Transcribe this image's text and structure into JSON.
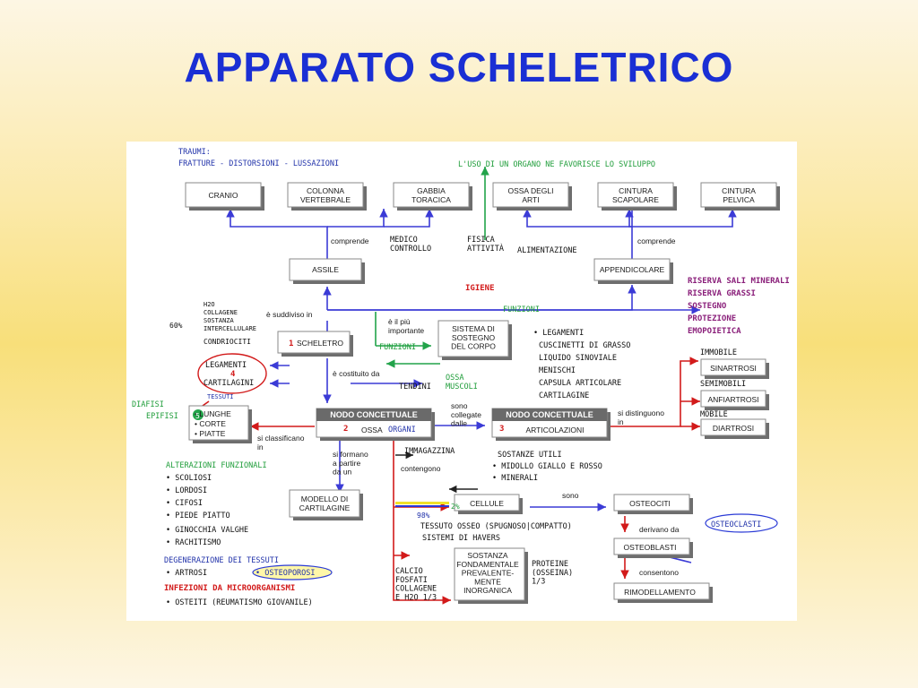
{
  "slide": {
    "title": "APPARATO SCHELETRICO"
  },
  "colors": {
    "title": "#1a2fd4",
    "blue_arrow": "#3b3bd6",
    "green_arrow": "#22a34a",
    "red_arrow": "#d21a1a",
    "note_red": "#d21a1a",
    "note_green": "#1f9d3a",
    "note_blue": "#2233aa"
  },
  "diagram": {
    "top_boxes": [
      "CRANIO",
      "COLONNA\nVERTEBRALE",
      "GABBIA\nTORACICA",
      "OSSA DEGLI\nARTI",
      "CINTURA\nSCAPOLARE",
      "CINTURA\nPELVICA"
    ],
    "assile": "ASSILE",
    "appendicolare": "APPENDICOLARE",
    "comprende_left": "comprende",
    "comprende_right": "comprende",
    "scheletro": "SCHELETRO",
    "scheletro_num": "1",
    "sistema": "SISTEMA DI\nSOSTEGNO\nDEL CORPO",
    "suddiviso": "è suddiviso in",
    "piu_importante": "è il più\nimportante",
    "costituito": "è costituito da",
    "nodo1_label": "NODO CONCETTUALE",
    "nodo1_num": "2",
    "nodo1_text": "OSSA",
    "nodo1_hw": "ORGANI",
    "nodo2_label": "NODO CONCETTUALE",
    "nodo2_num": "3",
    "nodo2_text": "ARTICOLAZIONI",
    "sono_collegate": "sono\ncollegate\ndalle",
    "si_distinguono": "si distinguono\nin",
    "sinartrosi": "SINARTROSI",
    "anfiartrosi": "ANFIARTROSI",
    "diartrosi": "DIARTROSI",
    "forme": [
      "• LUNGHE",
      "• CORTE",
      "• PIATTE"
    ],
    "si_classificano": "si classificano\nin",
    "si_formano": "si formano\na partire\nda un",
    "modello": "MODELLO DI\nCARTILAGINE",
    "contengono": "contengono",
    "cellule": "CELLULE",
    "sono": "sono",
    "osteociti": "OSTEOCITI",
    "derivano": "derivano da",
    "osteoblasti": "OSTEOBLASTI",
    "consentono": "consentono",
    "rimodellamento": "RIMODELLAMENTO",
    "sostanza": "SOSTANZA\nFONDAMENTALE\nPREVALENTE-\nMENTE\nINORGANICA"
  },
  "notes": {
    "traumi": "TRAUMI:",
    "fratture": "FRATTURE - DISTORSIONI - LUSSAZIONI",
    "uso_organo": "L'USO DI UN ORGANO NE FAVORISCE LO SVILUPPO",
    "medico": "MEDICO\nCONTROLLO",
    "fisica": "FISICA\nATTIVITÀ",
    "alimentazione": "ALIMENTAZIONE",
    "igiene": "IGIENE",
    "funzioni": "FUNZIONI",
    "funzioni_small": "FUNZIONI",
    "funzioni_list": [
      "RISERVA SALI MINERALI",
      "RISERVA GRASSI",
      "SOSTEGNO",
      "PROTEZIONE",
      "EMOPOIETICA"
    ],
    "componenti": [
      "H2O",
      "COLLAGENE",
      "SOSTANZA",
      "INTERCELLULARE",
      "CONDRIOCITI"
    ],
    "pct60": "60%",
    "legamenti": "LEGAMENTI",
    "num4": "4",
    "cartilagini": "CARTILAGINI",
    "tessuti": "TESSUTI",
    "tendini": "TENDINI",
    "ossa_muscoli": "OSSA\nMUSCOLI",
    "art_list": [
      "• LEGAMENTI",
      "CUSCINETTI DI GRASSO",
      "LIQUIDO SINOVIALE",
      "MENISCHI",
      "CAPSULA ARTICOLARE",
      "CARTILAGINE"
    ],
    "immobile": "IMMOBILE",
    "semimobili": "SEMIMOBILI",
    "mobile": "MOBILE",
    "diafisi": "DIAFISI",
    "epifisi": "EPIFISI",
    "num5": "5",
    "immagazzina": "IMMAGAZZINA",
    "imm_list": [
      "SOSTANZE UTILI",
      "• MIDOLLO GIALLO E ROSSO",
      "• MINERALI"
    ],
    "pct2": "2%",
    "pct98": "98%",
    "tessuto": "TESSUTO OSSEO (SPUGNOSO|COMPATTO)",
    "sistemi": "SISTEMI DI HAVERS",
    "osteoclasti": "OSTEOCLASTI",
    "calcio": "CALCIO\nFOSFATI\nCOLLAGENE\nE H2O  1/3",
    "proteine": "PROTEINE\n(OSSEINA)\n1/3",
    "alterazioni": "ALTERAZIONI FUNZIONALI",
    "alt_list": [
      "• SCOLIOSI",
      "• LORDOSI",
      "• CIFOSI",
      "• PIEDE PIATTO",
      "• GINOCCHIA VALGHE",
      "• RACHITISMO"
    ],
    "degenerazione": "DEGENERAZIONE DEI TESSUTI",
    "artrosi": "• ARTROSI",
    "osteoporosi": "• OSTEOPOROSI",
    "infezioni": "INFEZIONI DA MICROORGANISMI",
    "osteiti": "• OSTEITI (REUMATISMO GIOVANILE)"
  }
}
